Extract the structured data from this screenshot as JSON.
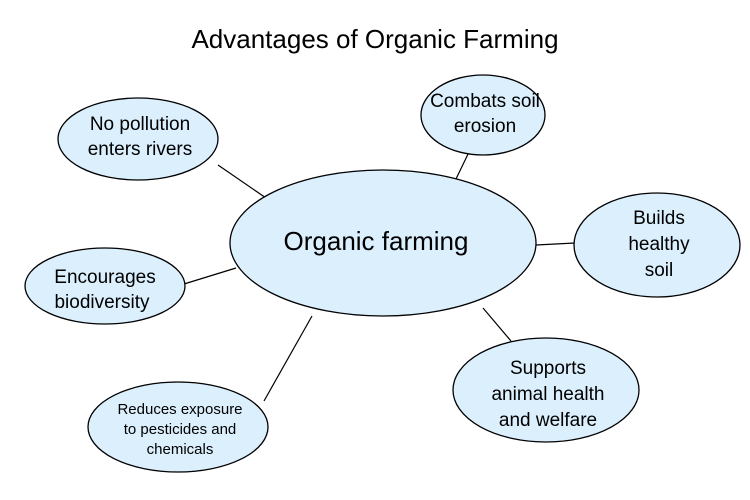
{
  "title": "Advantages of Organic Farming",
  "center": {
    "label": "Organic farming"
  },
  "nodes": [
    {
      "lines": [
        "No pollution",
        "enters rivers"
      ]
    },
    {
      "lines": [
        "Combats soil",
        "erosion"
      ]
    },
    {
      "lines": [
        "Builds",
        "healthy",
        "soil"
      ]
    },
    {
      "lines": [
        "Encourages",
        "biodiversity"
      ]
    },
    {
      "lines": [
        "Supports",
        "animal health",
        "and welfare"
      ]
    },
    {
      "lines": [
        "Reduces exposure",
        "to pesticides and",
        "chemicals"
      ]
    }
  ],
  "colors": {
    "fill": "#dbeffd",
    "stroke": "#000000"
  }
}
